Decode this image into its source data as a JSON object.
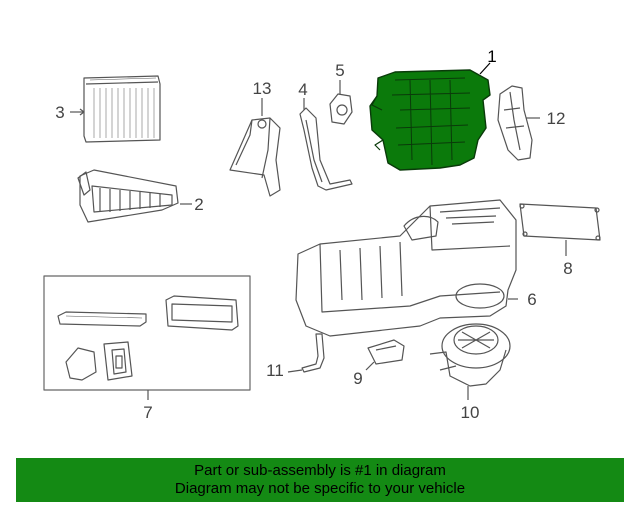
{
  "diagram": {
    "callouts": {
      "c1": "1",
      "c2": "2",
      "c3": "3",
      "c4": "4",
      "c5": "5",
      "c6": "6",
      "c7": "7",
      "c8": "8",
      "c9": "9",
      "c10": "10",
      "c11": "11",
      "c12": "12",
      "c13": "13"
    },
    "highlight_color": "#0b7a0b"
  },
  "banner": {
    "line1": "Part or sub-assembly is #1 in diagram",
    "line2": "Diagram may not be specific to your vehicle",
    "background": "#148a14"
  }
}
